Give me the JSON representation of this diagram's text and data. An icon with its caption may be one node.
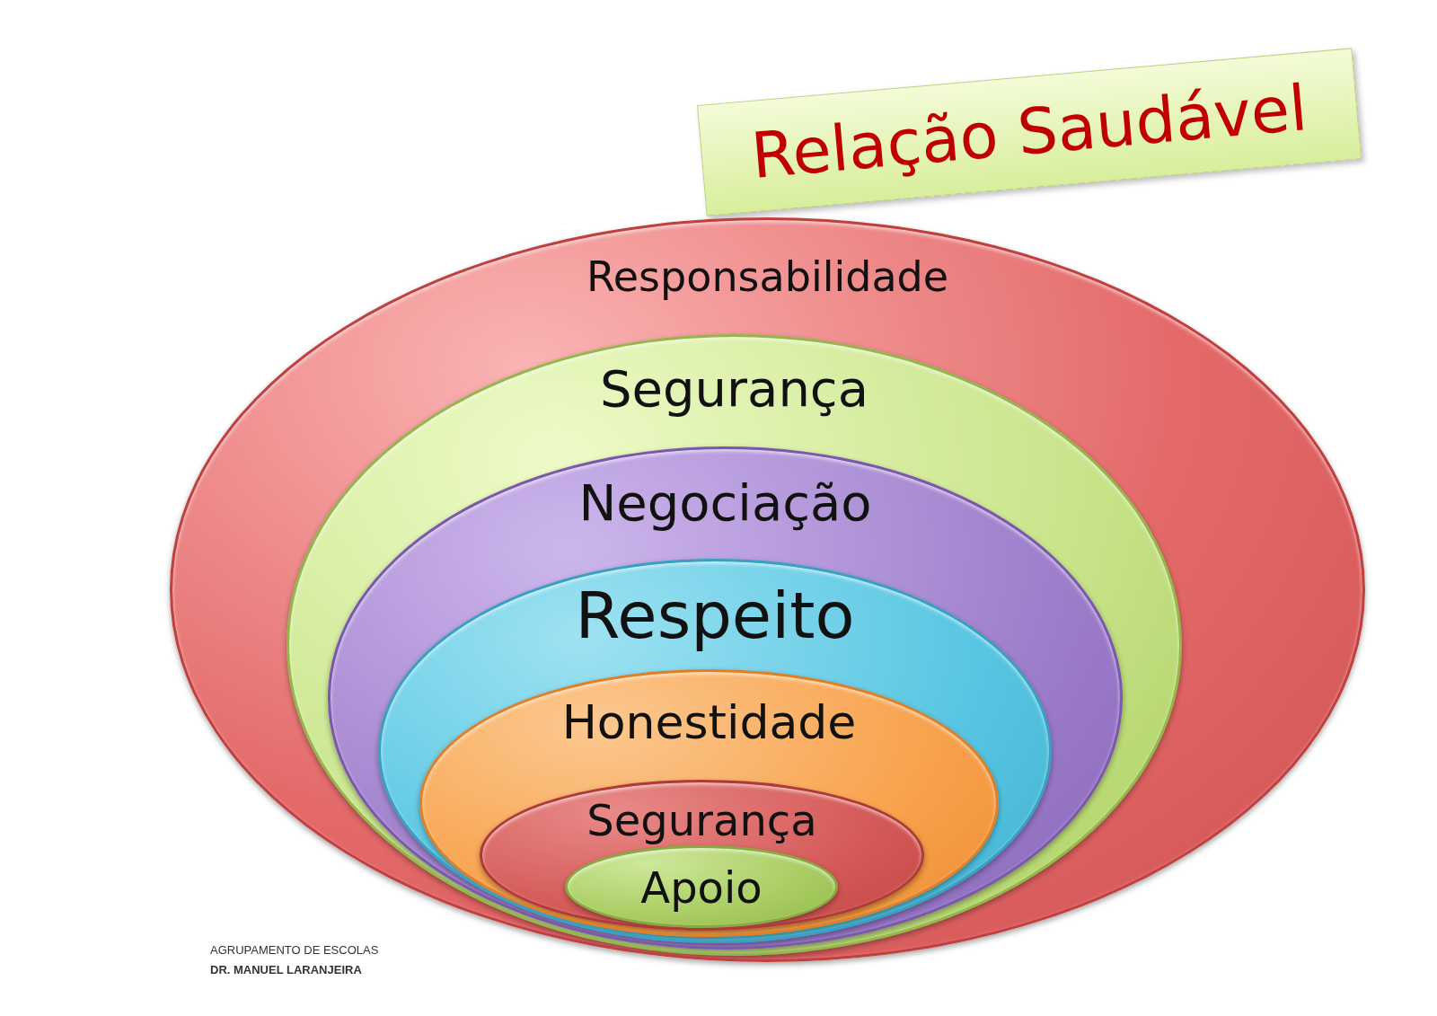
{
  "diagram": {
    "nodes": [
      {
        "text": [
          "Relação Saudável"
        ]
      },
      {
        "text": [
          "Responsabilidade"
        ]
      },
      {
        "text": [
          "Segurança"
        ],
        "in": 1
      },
      {
        "text": [
          "Negociação"
        ],
        "in": 2
      },
      {
        "text": [
          "Respeito"
        ],
        "in": 3
      },
      {
        "text": [
          "Honestidade"
        ],
        "in": 4
      },
      {
        "text": [
          "Segurança"
        ],
        "in": 5
      },
      {
        "text": [
          "Apoio"
        ],
        "in": 6
      }
    ],
    "labels": [
      "AGRUPAMENTO DE ESCOLAS",
      "DR. MANUEL LARANJEIRA"
    ]
  }
}
